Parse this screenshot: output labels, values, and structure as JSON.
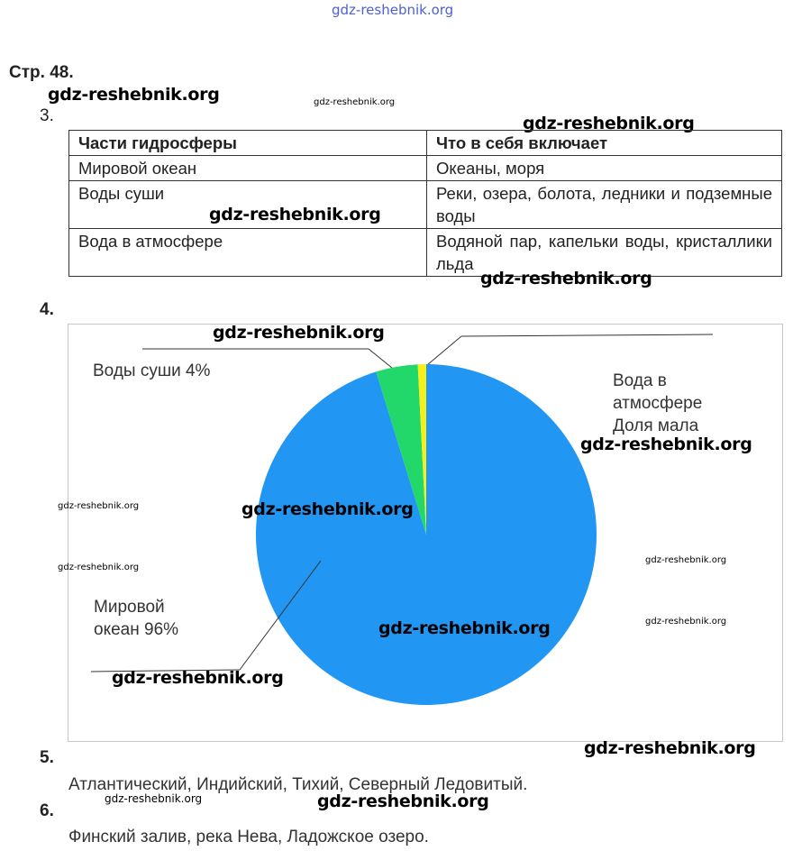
{
  "watermark": "gdz-reshebnik.org",
  "page_title": "Стр. 48.",
  "task3": {
    "number": "3.",
    "headers": [
      "Части гидросферы",
      "Что в себя включает"
    ],
    "rows": [
      [
        "Мировой океан",
        "Океаны, моря"
      ],
      [
        "Воды суши",
        "Реки, озера, болота, ледники и подземные воды"
      ],
      [
        "Вода в атмосфере",
        "Водяной пар, капельки воды, кристаллики льда"
      ]
    ]
  },
  "task4": {
    "number": "4."
  },
  "chart_data": {
    "type": "pie",
    "labels": [
      "Мировой океан 96%",
      "Воды суши 4%",
      "Вода в атмосфере Доля мала"
    ],
    "label_lines": {
      "ocean": [
        "Мировой",
        "океан 96%"
      ],
      "land": "Воды суши 4%",
      "atmosphere": [
        "Вода в",
        "атмосфере",
        "Доля мала"
      ]
    },
    "values": [
      96,
      4,
      0.8
    ],
    "colors": [
      "#2196f3",
      "#22d86a",
      "#f5ef1a"
    ]
  },
  "task5": {
    "number": "5.",
    "text": "Атлантический, Индийский, Тихий, Северный Ледовитый."
  },
  "task6": {
    "number": "6.",
    "text": "Финский залив, река Нева, Ладожское озеро."
  }
}
